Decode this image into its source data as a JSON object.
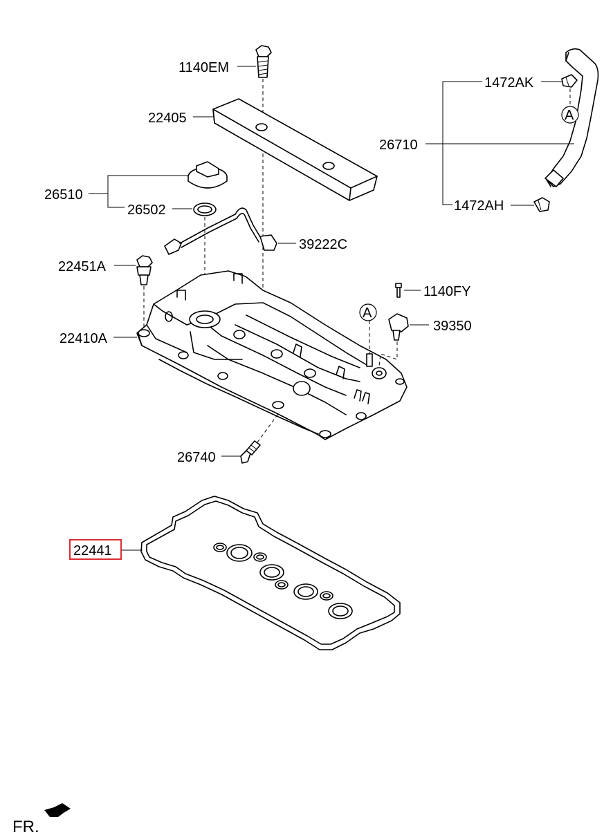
{
  "diagram": {
    "parts": {
      "p_1140EM": "1140EM",
      "p_22405": "22405",
      "p_26510": "26510",
      "p_26502": "26502",
      "p_39222C": "39222C",
      "p_22451A": "22451A",
      "p_22410A": "22410A",
      "p_1140FY": "1140FY",
      "p_39350": "39350",
      "p_26740": "26740",
      "p_22441": "22441",
      "p_1472AK": "1472AK",
      "p_26710": "26710",
      "p_1472AH": "1472AH"
    },
    "ref_marker_top": "A",
    "ref_marker_bottom": "A",
    "front_indicator": "FR.",
    "highlighted_part": "22441",
    "highlight_color": "#d9151b"
  }
}
